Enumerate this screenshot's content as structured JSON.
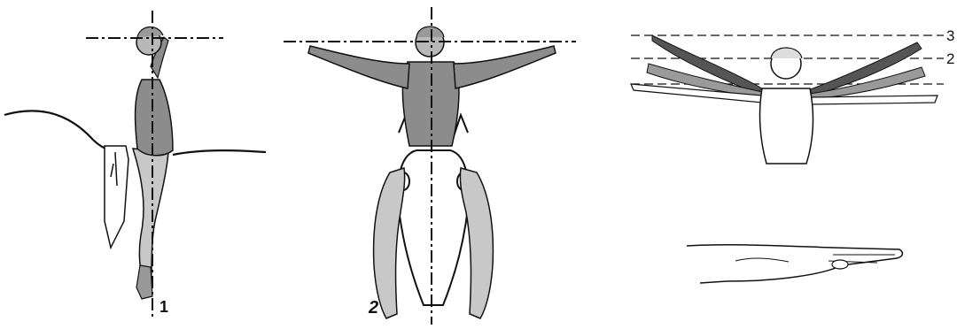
{
  "figure": {
    "panel1": {
      "label": "1"
    },
    "panel2": {
      "label": "2"
    },
    "panel3": {
      "levels": [
        "3",
        "2"
      ]
    }
  }
}
